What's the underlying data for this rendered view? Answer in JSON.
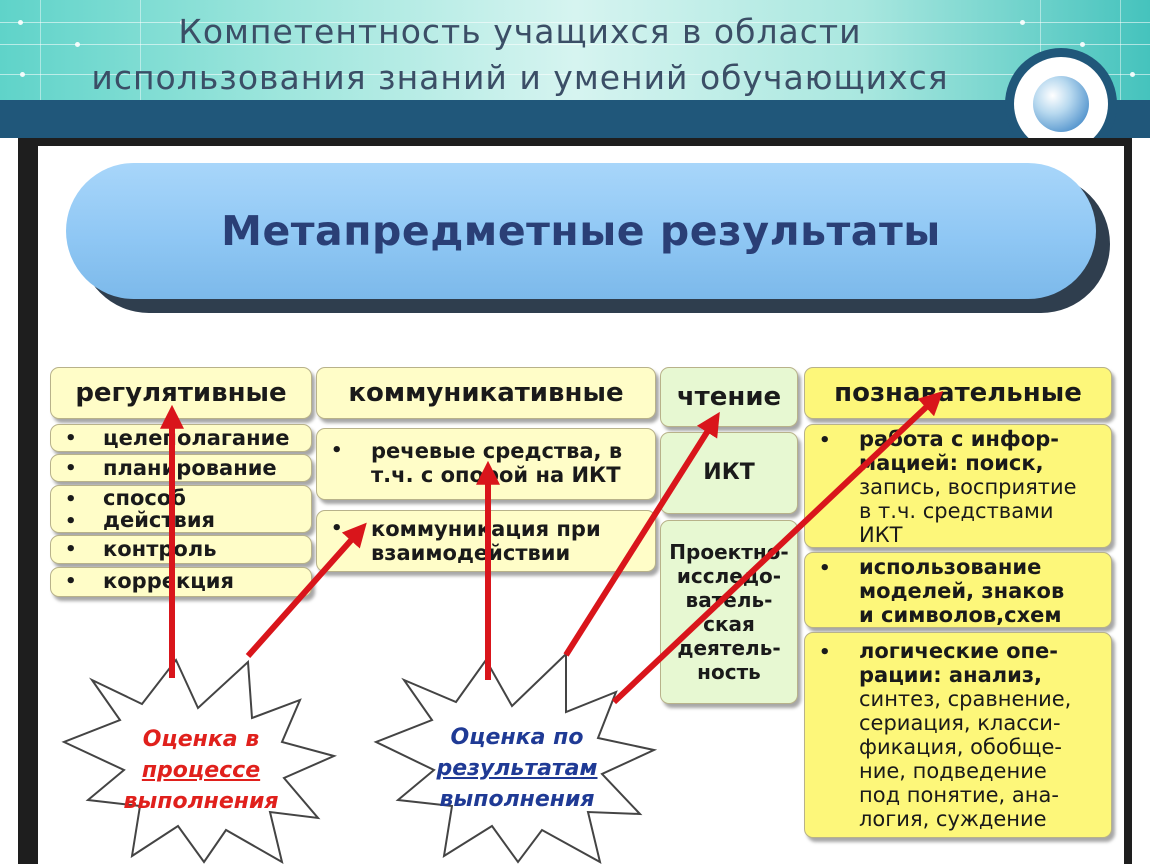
{
  "slide": {
    "title_line1": "Компетентность учащихся в области",
    "title_line2": "использования знаний и умений обучающихся",
    "main_title": "Метапредметные результаты"
  },
  "columns": {
    "regulative": {
      "header": "регулятивные",
      "items": [
        "целеполагание",
        "планирование",
        "способ",
        "действия",
        "контроль",
        "коррекция"
      ]
    },
    "communicative": {
      "header": "коммуникативные",
      "item1_line1": "речевые средства, в",
      "item1_line2": "т.ч. с опорой на ИКТ",
      "item2_line1": "коммуникация при",
      "item2_line2": "взаимодействии"
    },
    "reading": {
      "header": "чтение",
      "ikt": "ИКТ",
      "project_lines": [
        "Проектно-",
        "исследо-",
        "ватель-",
        "ская",
        "деятель-",
        "ность"
      ]
    },
    "cognitive": {
      "header": "познавательные",
      "item1_lines": [
        "работа с инфор-",
        "мацией: поиск,",
        "запись, восприятие",
        "в т.ч. средствами",
        "ИКТ"
      ],
      "item2_lines": [
        "использование",
        "моделей, знаков",
        "и символов,схем"
      ],
      "item3_lines": [
        "логические опе-",
        "рации: анализ,",
        "синтез, сравнение,",
        "сериация, класси-",
        "фикация, обобще-",
        "ние, подведение",
        "под понятие, ана-",
        "логия, суждение"
      ]
    }
  },
  "stars": {
    "process": {
      "line1": "Оценка в",
      "line2": "процессе",
      "line3": "выполнения"
    },
    "results": {
      "line1": "Оценка по",
      "line2": "результатам",
      "line3": "выполнения"
    }
  },
  "bullet": "•",
  "colors": {
    "header_band": "#20577a",
    "title_text": "#3b4e66",
    "pill": "#8fc7f4",
    "box_light": "#fffdc8",
    "box_bright": "#fdf77a",
    "box_green": "#e7f8d2",
    "arrow": "#d9151b",
    "star_red_text": "#e0201c",
    "star_blue_text": "#1f3a95"
  }
}
